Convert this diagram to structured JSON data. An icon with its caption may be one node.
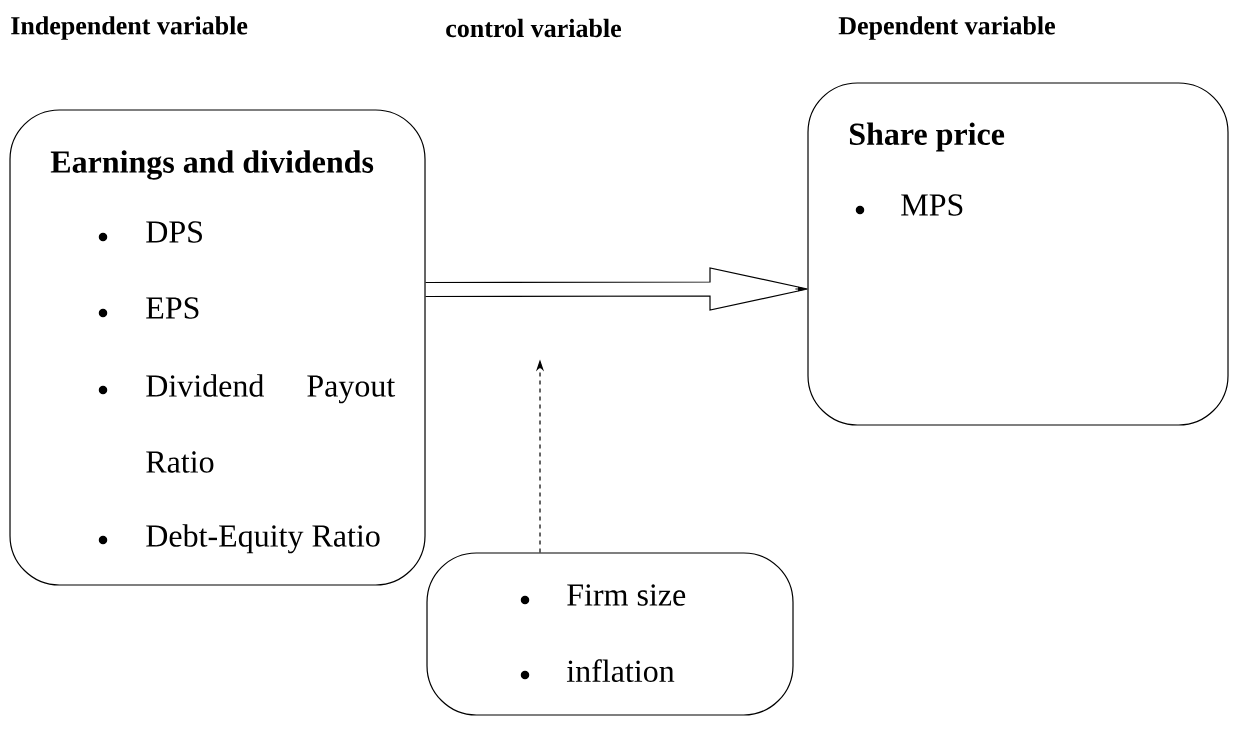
{
  "diagram": {
    "nodes": [
      {
        "text": [
          "Earnings and dividends",
          "DPS",
          "EPS",
          "Dividend Payout Ratio",
          "Debt-Equity Ratio"
        ]
      },
      {
        "text": [
          "Share price",
          "MPS"
        ]
      },
      {
        "text": [
          "Firm size",
          "inflation"
        ]
      }
    ],
    "edges": [
      {
        "from": 0,
        "to": 1,
        "arrow": "to"
      },
      {
        "from": 2,
        "to": null,
        "arrow": "to",
        "style": "dashed"
      }
    ],
    "labels": [
      "Independent variable",
      "control variable",
      "Dependent variable"
    ]
  }
}
